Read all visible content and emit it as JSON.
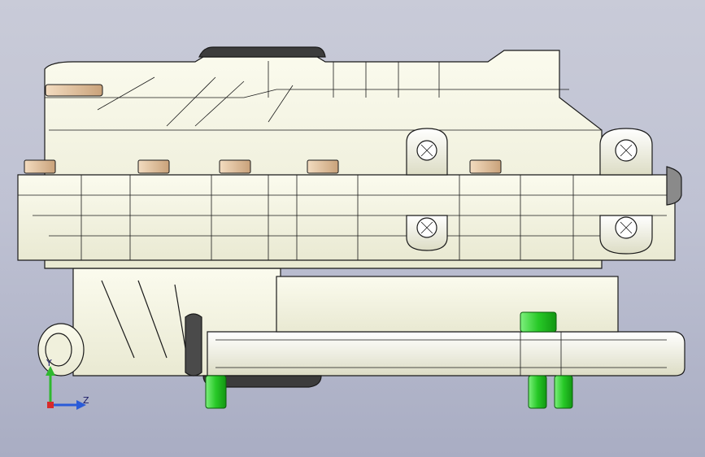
{
  "view": {
    "background_top": "#c9cbd8",
    "background_bottom": "#a9adc3",
    "part_color": "#f7f7e6",
    "edge_color": "#1a1a1a",
    "fastener_color": "#e9c9a4",
    "highlight_color": "#2fd12f"
  },
  "triad": {
    "y_label": "Y",
    "z_label": "Z",
    "y_color": "#2fb82f",
    "z_color": "#2a5bd8",
    "origin_color": "#d82a2a"
  },
  "icons": {
    "model": "gearbox-assembly-model",
    "triad": "coordinate-triad-icon"
  }
}
